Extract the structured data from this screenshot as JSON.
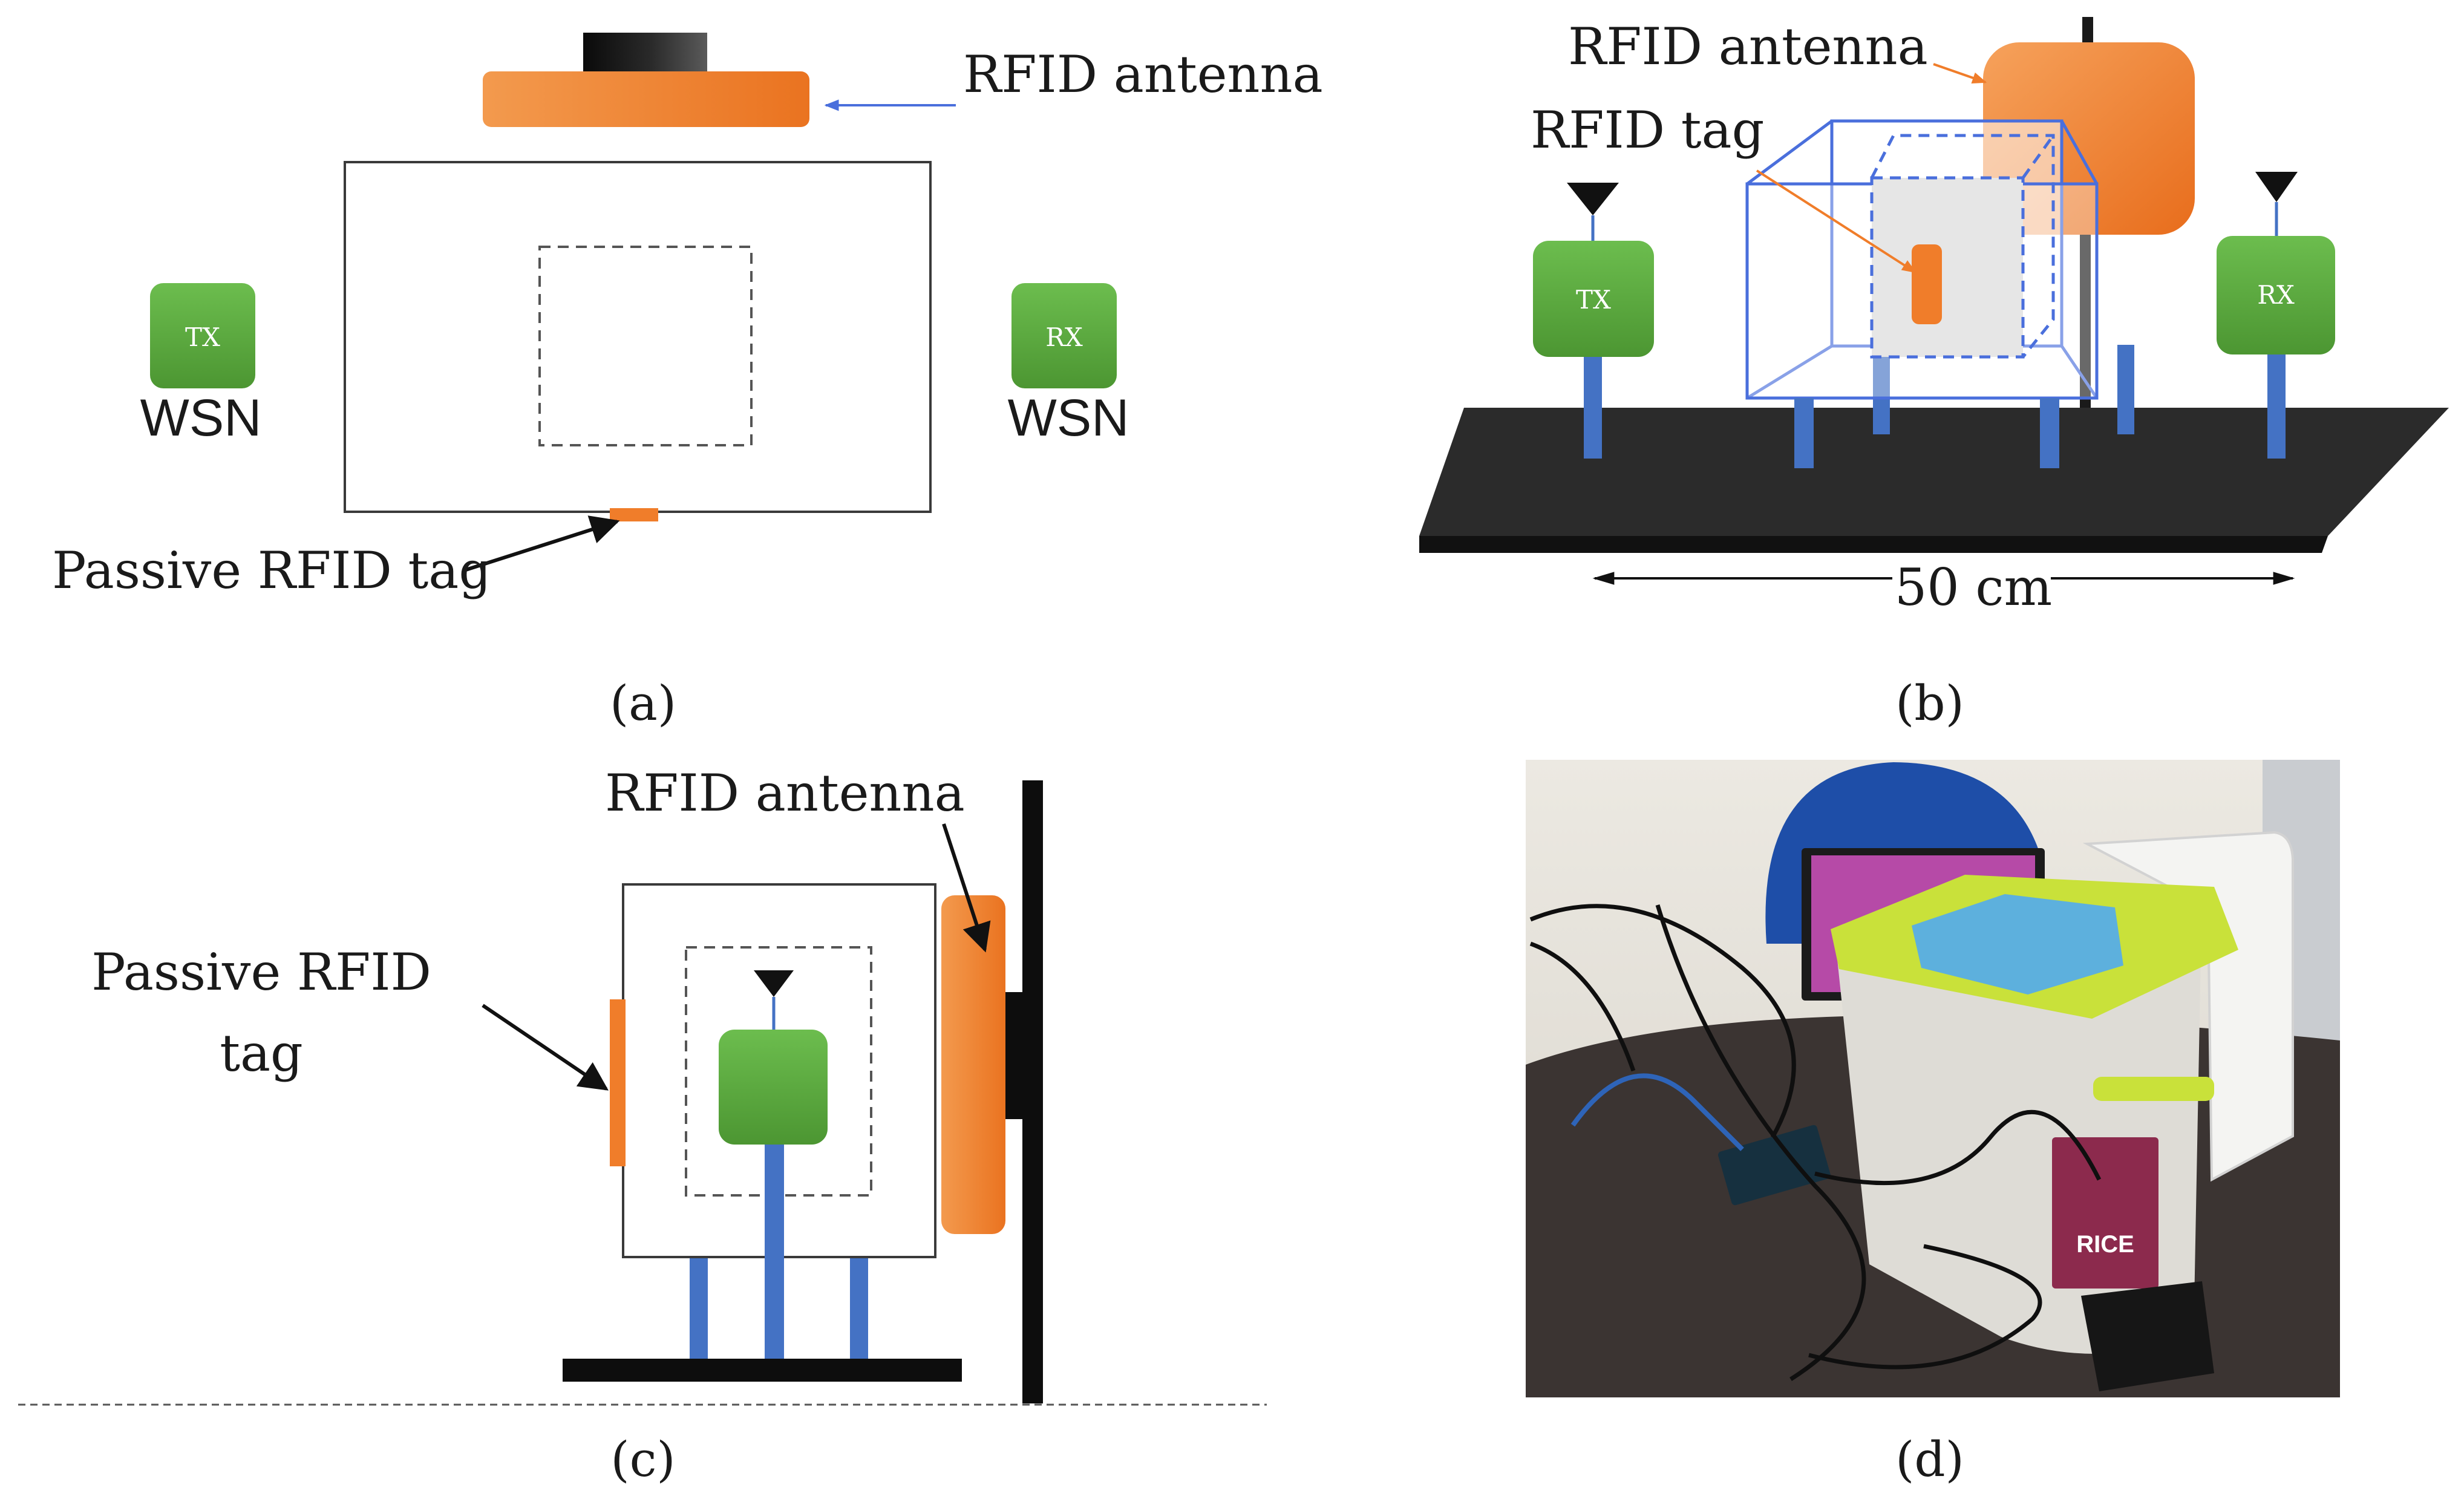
{
  "panel_a": {
    "antenna_label": "RFID antenna",
    "tag_label": "Passive RFID tag",
    "tx_node": "TX",
    "rx_node": "RX",
    "tx_net": "WSN",
    "rx_net": "WSN",
    "caption": "(a)"
  },
  "panel_b": {
    "antenna_label": "RFID antenna",
    "tag_label": "RFID tag",
    "tx_node": "TX",
    "rx_node": "RX",
    "dimension": "50 cm",
    "caption": "(b)"
  },
  "panel_c": {
    "antenna_label": "RFID antenna",
    "tag_label_line1": "Passive RFID",
    "tag_label_line2": "tag",
    "caption": "(c)"
  },
  "panel_d": {
    "photo_label": "RICE",
    "caption": "(d)"
  },
  "colors": {
    "antenna": "#f07d2a",
    "node_green": "#5aac3f",
    "post_blue": "#4472c4",
    "platform": "#2b2b2b",
    "box_outline": "#4a6fdc",
    "lid_lime": "#c9e13a"
  }
}
